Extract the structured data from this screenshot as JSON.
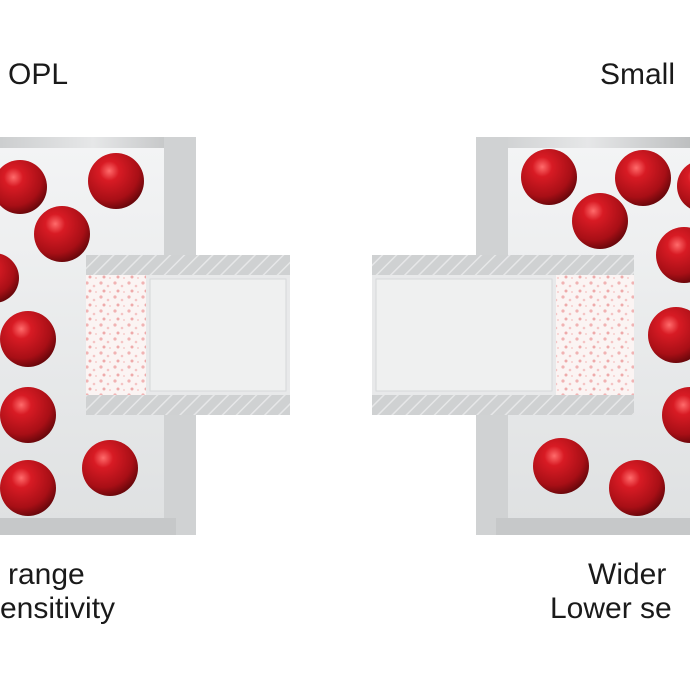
{
  "left_panel": {
    "heading": "OPL",
    "caption_line1": "range",
    "caption_line2": "ensitivity"
  },
  "right_panel": {
    "heading": "Small",
    "caption_line1": "Wider",
    "caption_line2": "Lower se"
  },
  "colors": {
    "sphere": "#c8151c",
    "sphere_dark": "#7a0a0e",
    "housing": "#d9dadb",
    "housing_inner": "#eef0f1",
    "membrane_dots": "#f4b9b9"
  }
}
